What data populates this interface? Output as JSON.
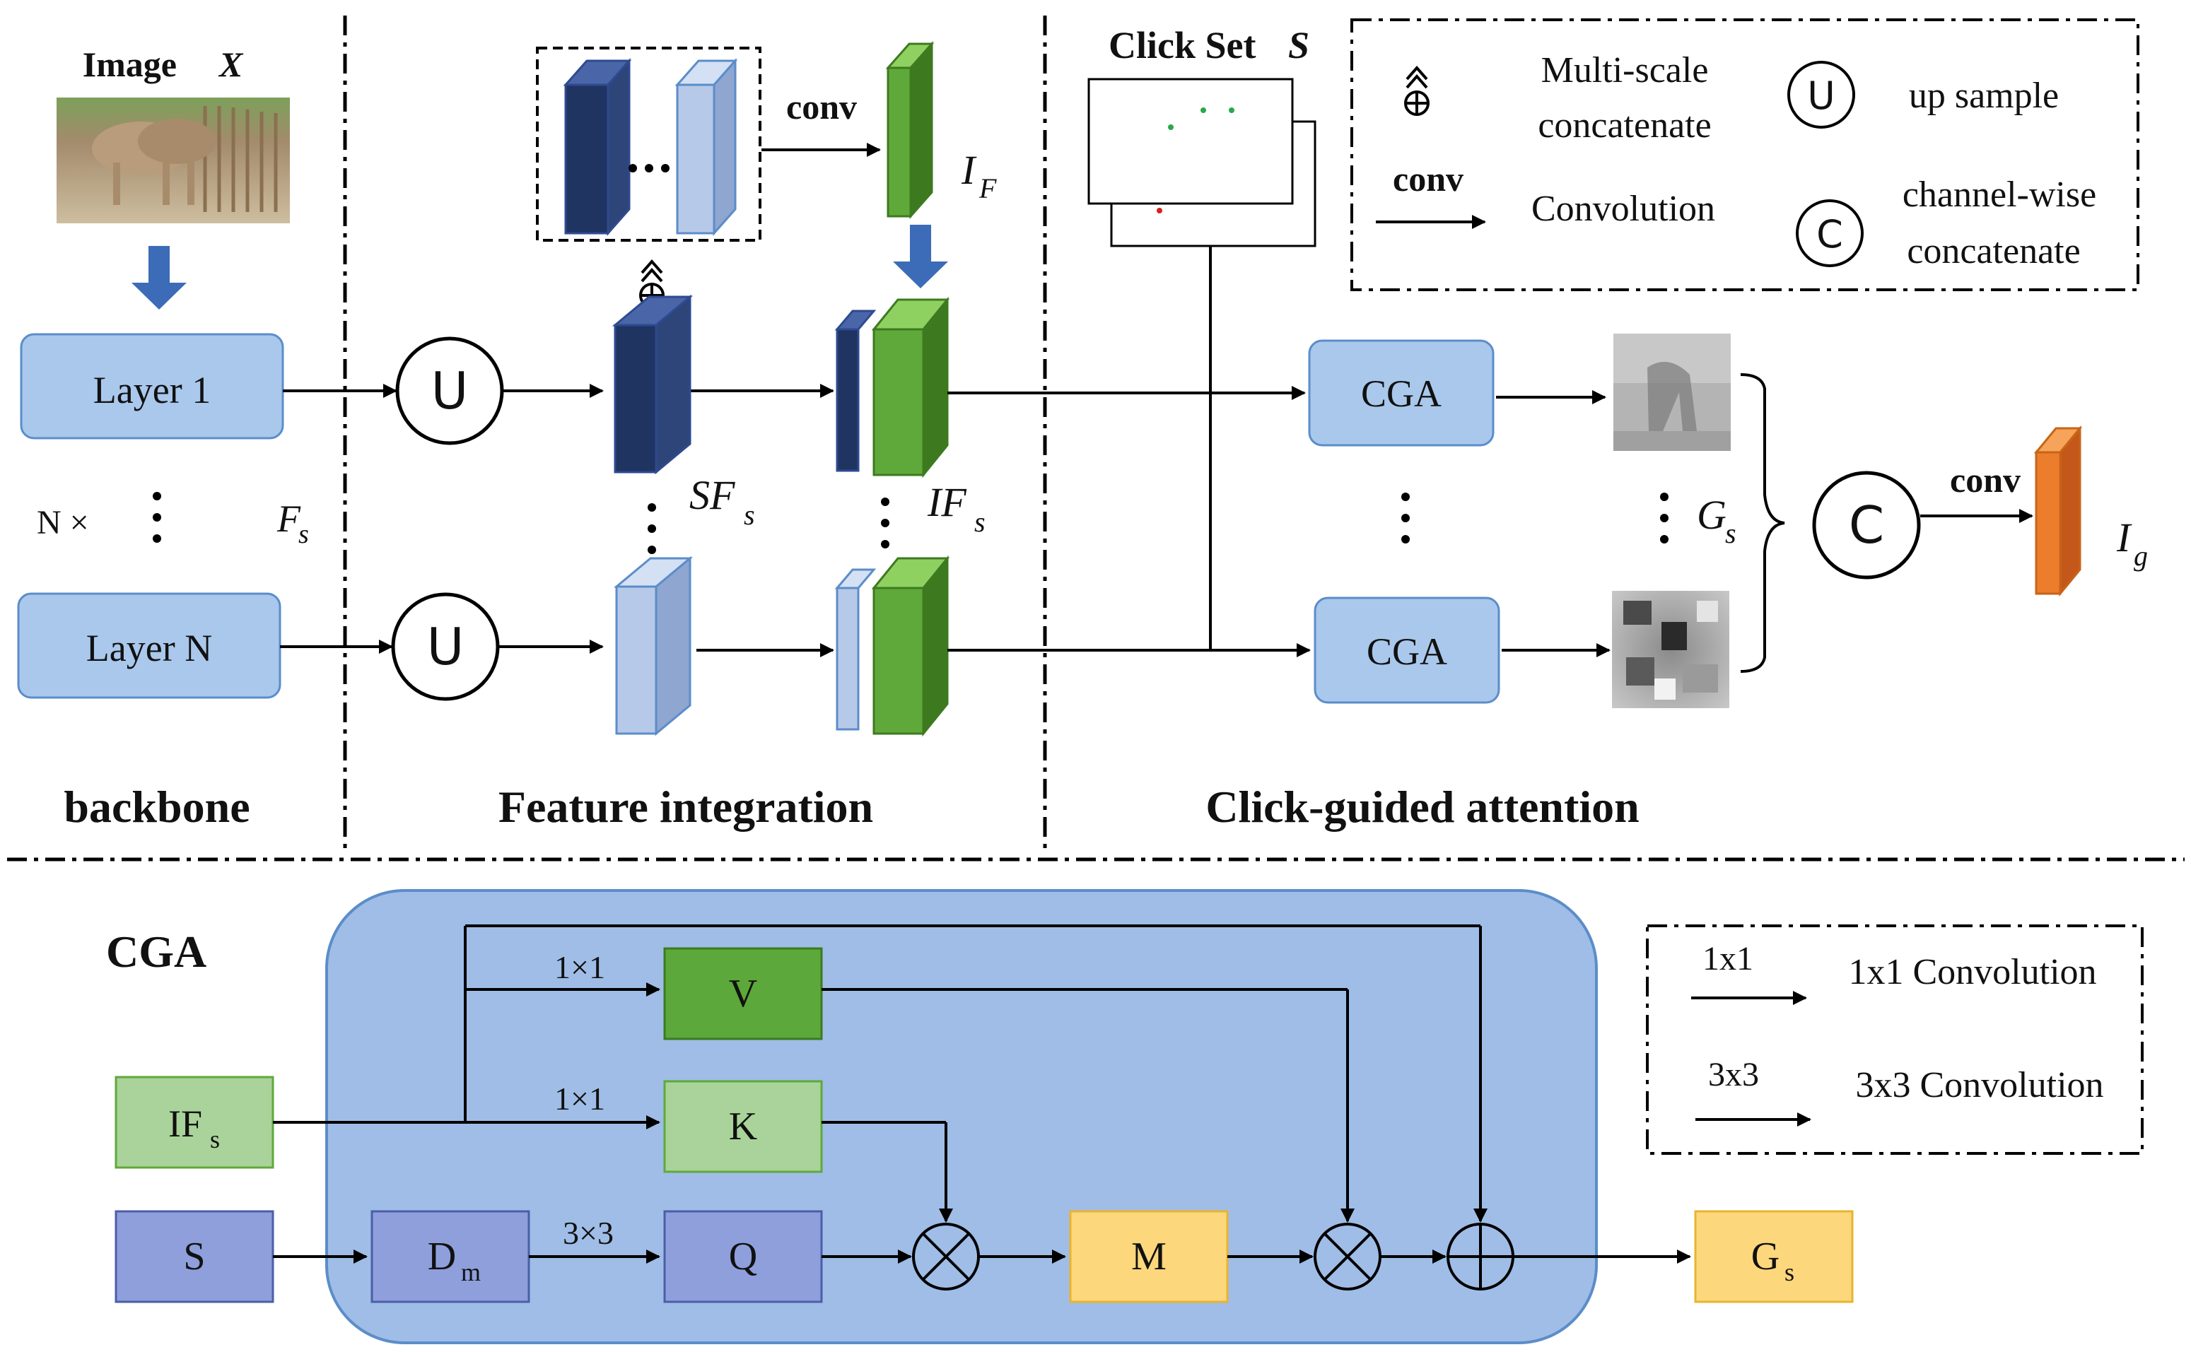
{
  "top": {
    "image_label": "Image",
    "image_symbol": "X",
    "layer1": "Layer 1",
    "layerN": "Layer N",
    "n_times": "N ×",
    "fs": "F",
    "fs_sub": "s",
    "sfs": "SF",
    "sfs_sub": "s",
    "ifs": "IF",
    "ifs_sub": "s",
    "if_label": "I",
    "if_sub": "F",
    "conv_top": "conv",
    "click_set": "Click Set",
    "click_set_symbol": "S",
    "cga1": "CGA",
    "cgaN": "CGA",
    "gs": "G",
    "gs_sub": "s",
    "conv_right": "conv",
    "ig": "I",
    "ig_sub": "g",
    "concat_symbol": "C",
    "upsample_symbol": "U",
    "sections": {
      "backbone": "backbone",
      "feature": "Feature integration",
      "click": "Click-guided attention"
    }
  },
  "legend_top": {
    "msc_line1": "Multi-scale",
    "msc_line2": "concatenate",
    "u_symbol": "U",
    "upsample": "up sample",
    "conv": "conv",
    "convolution": "Convolution",
    "c_symbol": "C",
    "cw_line1": "channel-wise",
    "cw_line2": "concatenate"
  },
  "cga": {
    "title": "CGA",
    "ifs": "IF",
    "ifs_sub": "s",
    "s": "S",
    "dm": "D",
    "dm_sub": "m",
    "v": "V",
    "k": "K",
    "q": "Q",
    "m": "M",
    "gs": "G",
    "gs_sub": "s",
    "v_conv": "1×1",
    "k_conv": "1×1",
    "q_conv": "3×3"
  },
  "legend_bottom": {
    "k1": "1x1",
    "d1": "1x1 Convolution",
    "k3": "3x3",
    "d3": "3x3 Convolution"
  },
  "colors": {
    "layer_fill": "#a9c8ec",
    "layer_stroke": "#5b8dc9",
    "dark_navy": "#1f3461",
    "light_feature": "#b7c9e8",
    "green": "#5fa93a",
    "green_dark": "#3d7a1f",
    "orange": "#ec7d2c",
    "cga_bg": "#9fbde6",
    "v_green": "#5ca83a",
    "k_green": "#a9d39a",
    "purple": "#8e9fdc",
    "m_yellow": "#fdd77c",
    "arrow_blue": "#3c6bb8"
  }
}
